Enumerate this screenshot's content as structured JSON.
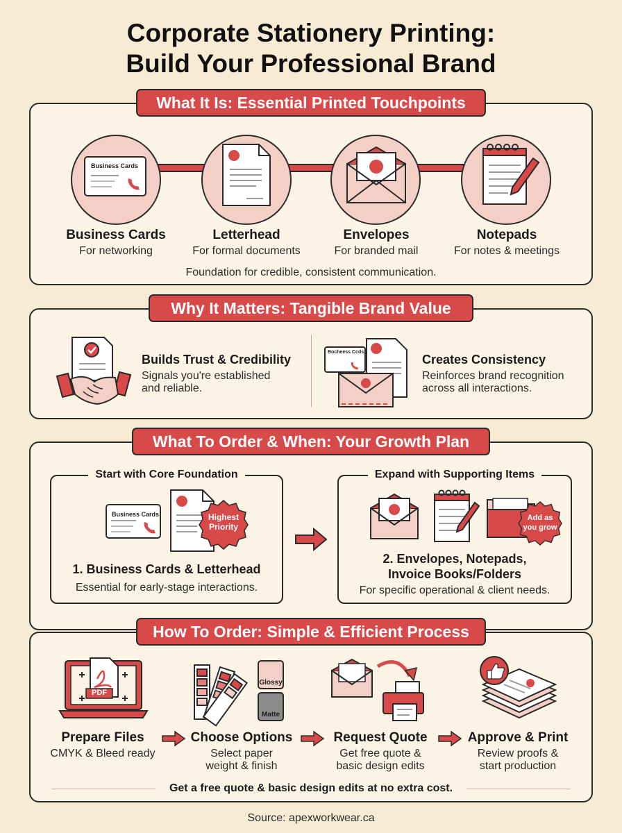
{
  "title": {
    "line1": "Corporate Stationery Printing:",
    "line2": "Build Your Professional Brand"
  },
  "section1": {
    "banner": "What It Is: Essential Printed Touchpoints",
    "items": [
      {
        "label": "Business Cards",
        "sub": "For networking",
        "icon": "business-card-icon",
        "card_text": "Business Cards"
      },
      {
        "label": "Letterhead",
        "sub": "For formal documents",
        "icon": "letterhead-icon"
      },
      {
        "label": "Envelopes",
        "sub": "For branded mail",
        "icon": "envelope-icon"
      },
      {
        "label": "Notepads",
        "sub": "For notes & meetings",
        "icon": "notepad-icon"
      }
    ],
    "footer": "Foundation for credible, consistent communication."
  },
  "section2": {
    "banner": "Why It Matters: Tangible Brand Value",
    "left": {
      "heading": "Builds Trust & Credibility",
      "line1": "Signals you're established",
      "line2": "and reliable.",
      "icon": "handshake-icon"
    },
    "right": {
      "heading": "Creates Consistency",
      "line1": "Reinforces brand recognition",
      "line2": "across all interactions.",
      "icon": "stationery-set-icon",
      "card_text": "Bocheess Ccds"
    }
  },
  "section3": {
    "banner": "What To Order & When: Your Growth Plan",
    "core": {
      "title": "Start with Core Foundation",
      "card_text": "Business Cards",
      "badge_line1": "Highest",
      "badge_line2": "Priority",
      "heading": "1. Business Cards & Letterhead",
      "sub": "Essential for early-stage interactions."
    },
    "expand": {
      "title": "Expand with Supporting Items",
      "badge_line1": "Add as",
      "badge_line2": "you grow",
      "heading_line1": "2. Envelopes, Notepads,",
      "heading_line2": "Invoice Books/Folders",
      "sub": "For specific operational & client needs."
    }
  },
  "section4": {
    "banner": "How To Order: Simple & Efficient Process",
    "steps": [
      {
        "label": "Prepare Files",
        "line1": "CMYK & Bleed ready",
        "line2": "",
        "icon": "pdf-laptop-icon",
        "tag": "PDF"
      },
      {
        "label": "Choose Options",
        "line1": "Select paper",
        "line2": "weight & finish",
        "icon": "swatch-icon",
        "glossy": "Glossy",
        "matte": "Matte"
      },
      {
        "label": "Request Quote",
        "line1": "Get free quote &",
        "line2": "basic design edits",
        "icon": "printer-icon"
      },
      {
        "label": "Approve & Print",
        "line1": "Review proofs &",
        "line2": "start production",
        "icon": "approve-stack-icon"
      }
    ],
    "footer": "Get a free quote & basic design edits at no extra cost."
  },
  "source": "Source: apexworkwear.ca",
  "colors": {
    "accent": "#d8494a",
    "pink": "#f3cfc6",
    "background": "#f8ebd3",
    "panel": "#fbf3e3"
  }
}
